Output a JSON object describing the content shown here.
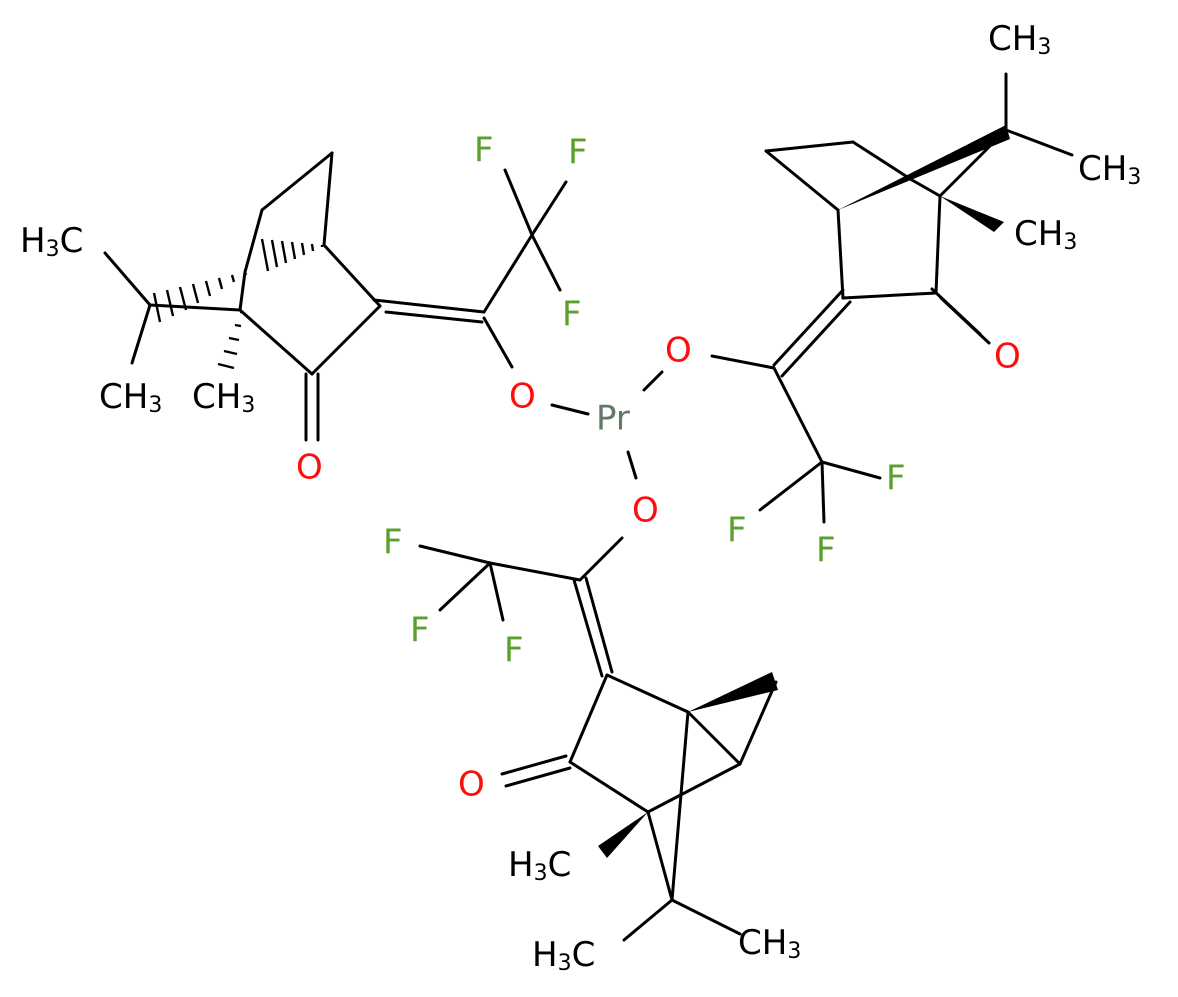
{
  "molecule": {
    "metal": "Pr",
    "oxygen": "O",
    "fluorine": "F",
    "methyl": "CH",
    "methyl_sub": "3",
    "methyl_h": "H",
    "methyl_c": "C"
  },
  "colors": {
    "oxygen": "#ff0d0d",
    "fluorine": "#5aa02c",
    "metal": "#607a68",
    "carbon": "#000000"
  }
}
